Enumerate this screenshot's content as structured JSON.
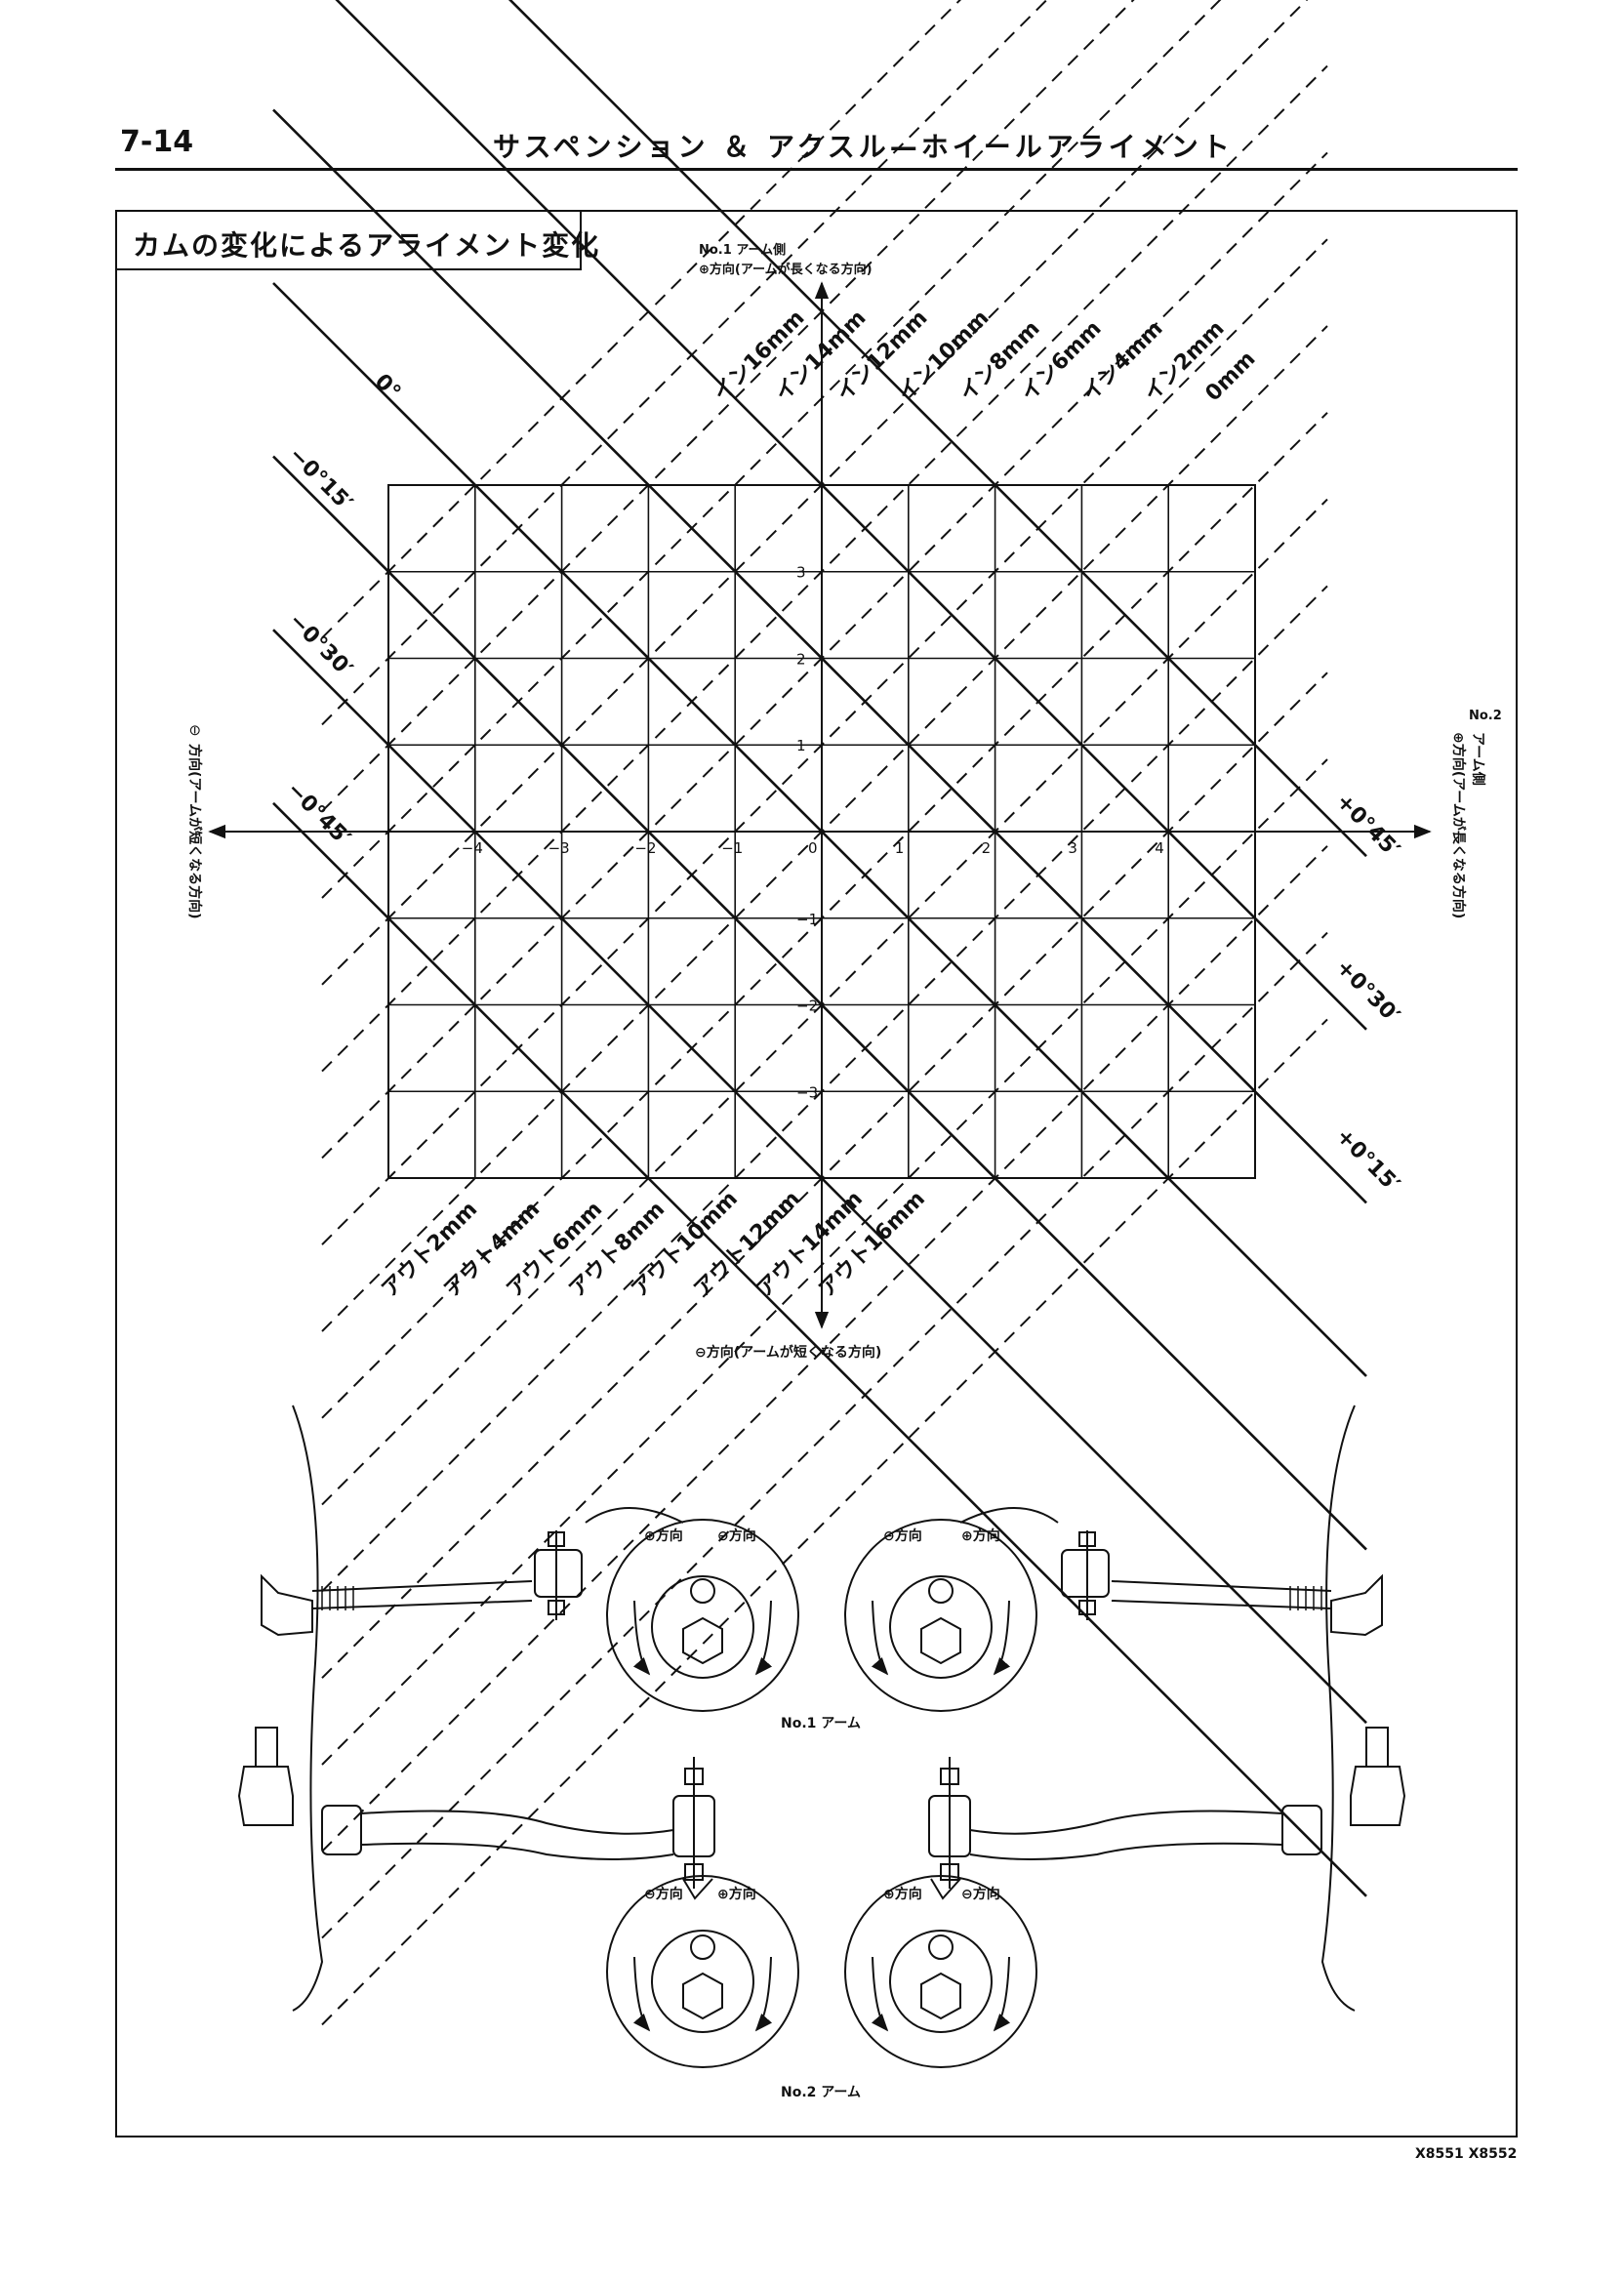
{
  "page": {
    "number": "7-14",
    "header_title": "サスペンション ＆ アクスル—ホイールアライメント",
    "section_title": "カムの変化によるアライメント変化",
    "figure_codes": "X8551  X8552"
  },
  "chart": {
    "axis_labels": {
      "top_line1": "No.1 アーム側",
      "top_line2": "⊕方向(アームが長くなる方向)",
      "bottom": "⊖方向(アームが短くなる方向)",
      "left_line1": "⊖",
      "left_line2": "方向(アームが短くなる方向)",
      "right_line1": "No.2",
      "right_line2": "アーム側",
      "right_line3": "⊕方向(アームが長くなる方向)"
    },
    "x_ticks": [
      "−4",
      "−3",
      "−2",
      "−1",
      "0",
      "1",
      "2",
      "3",
      "4"
    ],
    "y_ticks": [
      "3",
      "2",
      "1",
      "−1",
      "−2",
      "−3"
    ],
    "camber_labels": [
      "0°",
      "−0°15′",
      "−0°30′",
      "−0°45′",
      "+0°45′",
      "+0°30′",
      "+0°15′"
    ],
    "toe_in_labels": [
      "イン16mm",
      "イン14mm",
      "イン12mm",
      "イン10mm",
      "イン8mm",
      "イン6mm",
      "イン4mm",
      "イン2mm",
      "0mm"
    ],
    "toe_out_labels": [
      "アウト2mm",
      "アウト4mm",
      "アウト6mm",
      "アウト8mm",
      "アウト10mm",
      "アウト12mm",
      "アウト14mm",
      "アウト16mm"
    ]
  },
  "illustration": {
    "arm1_label": "No.1 アーム",
    "arm2_label": "No.2 アーム",
    "plus_dir": "⊕方向",
    "minus_dir": "⊖方向"
  }
}
